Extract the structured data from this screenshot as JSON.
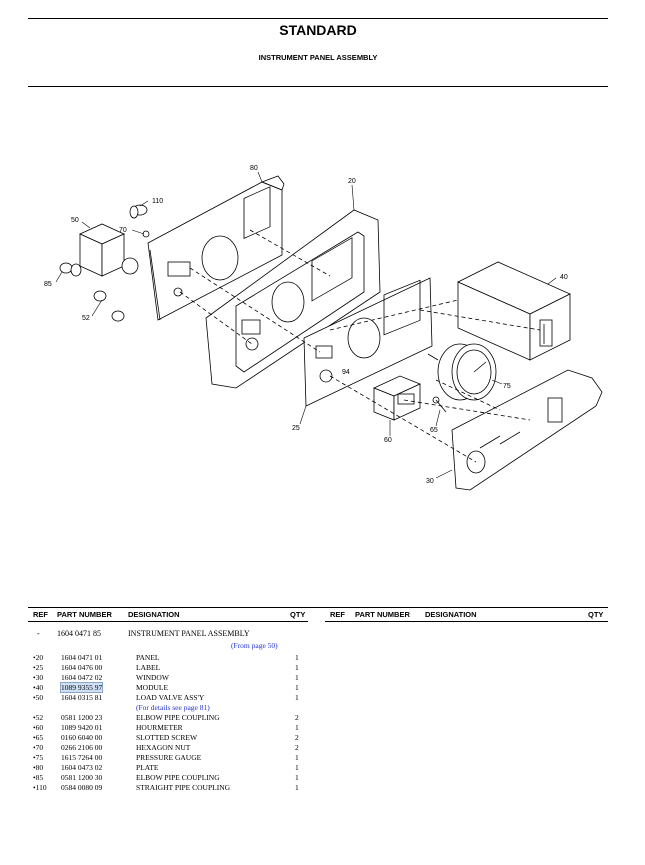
{
  "header": {
    "title": "STANDARD",
    "subtitle": "INSTRUMENT PANEL ASSEMBLY"
  },
  "diagram": {
    "callouts": [
      "80",
      "20",
      "110",
      "70",
      "50",
      "85",
      "52",
      "40",
      "75",
      "25",
      "60",
      "65",
      "30"
    ]
  },
  "table": {
    "columns": [
      "REF",
      "PART NUMBER",
      "DESIGNATION",
      "QTY"
    ],
    "right_columns": [
      "REF",
      "PART NUMBER",
      "DESIGNATION",
      "QTY"
    ],
    "assembly": {
      "ref": "-",
      "part": "1604 0471 85",
      "designation": "INSTRUMENT PANEL ASSEMBLY",
      "note": "(From page 50)"
    },
    "rows": [
      {
        "ref": "•20",
        "part": "1604 0471 01",
        "designation": "PANEL",
        "qty": "1"
      },
      {
        "ref": "•25",
        "part": "1604 0476 00",
        "designation": "LABEL",
        "qty": "1"
      },
      {
        "ref": "•30",
        "part": "1604 0472 02",
        "designation": "WINDOW",
        "qty": "1"
      },
      {
        "ref": "•40",
        "part": "1089 9355 97",
        "designation": "MODULE",
        "qty": "1"
      },
      {
        "ref": "•50",
        "part": "1604 0315 81",
        "designation": "LOAD VALVE ASS'Y",
        "qty": "1"
      },
      {
        "ref": "•52",
        "part": "0581 1200 23",
        "designation": "ELBOW PIPE COUPLING",
        "qty": "2"
      },
      {
        "ref": "•60",
        "part": "1089 9420 01",
        "designation": "HOURMETER",
        "qty": "1"
      },
      {
        "ref": "•65",
        "part": "0160 6040 00",
        "designation": "SLOTTED SCREW",
        "qty": "2"
      },
      {
        "ref": "•70",
        "part": "0266 2106 00",
        "designation": "HEXAGON NUT",
        "qty": "2"
      },
      {
        "ref": "•75",
        "part": "1615 7264 00",
        "designation": "PRESSURE GAUGE",
        "qty": "1"
      },
      {
        "ref": "•80",
        "part": "1604 0473 02",
        "designation": "PLATE",
        "qty": "1"
      },
      {
        "ref": "•85",
        "part": "0581 1200 30",
        "designation": "ELBOW PIPE COUPLING",
        "qty": "1"
      },
      {
        "ref": "•110",
        "part": "0584 0080 09",
        "designation": "STRAIGHT PIPE COUPLING",
        "qty": "1"
      }
    ],
    "detail_note": "(For details see page 81)"
  }
}
